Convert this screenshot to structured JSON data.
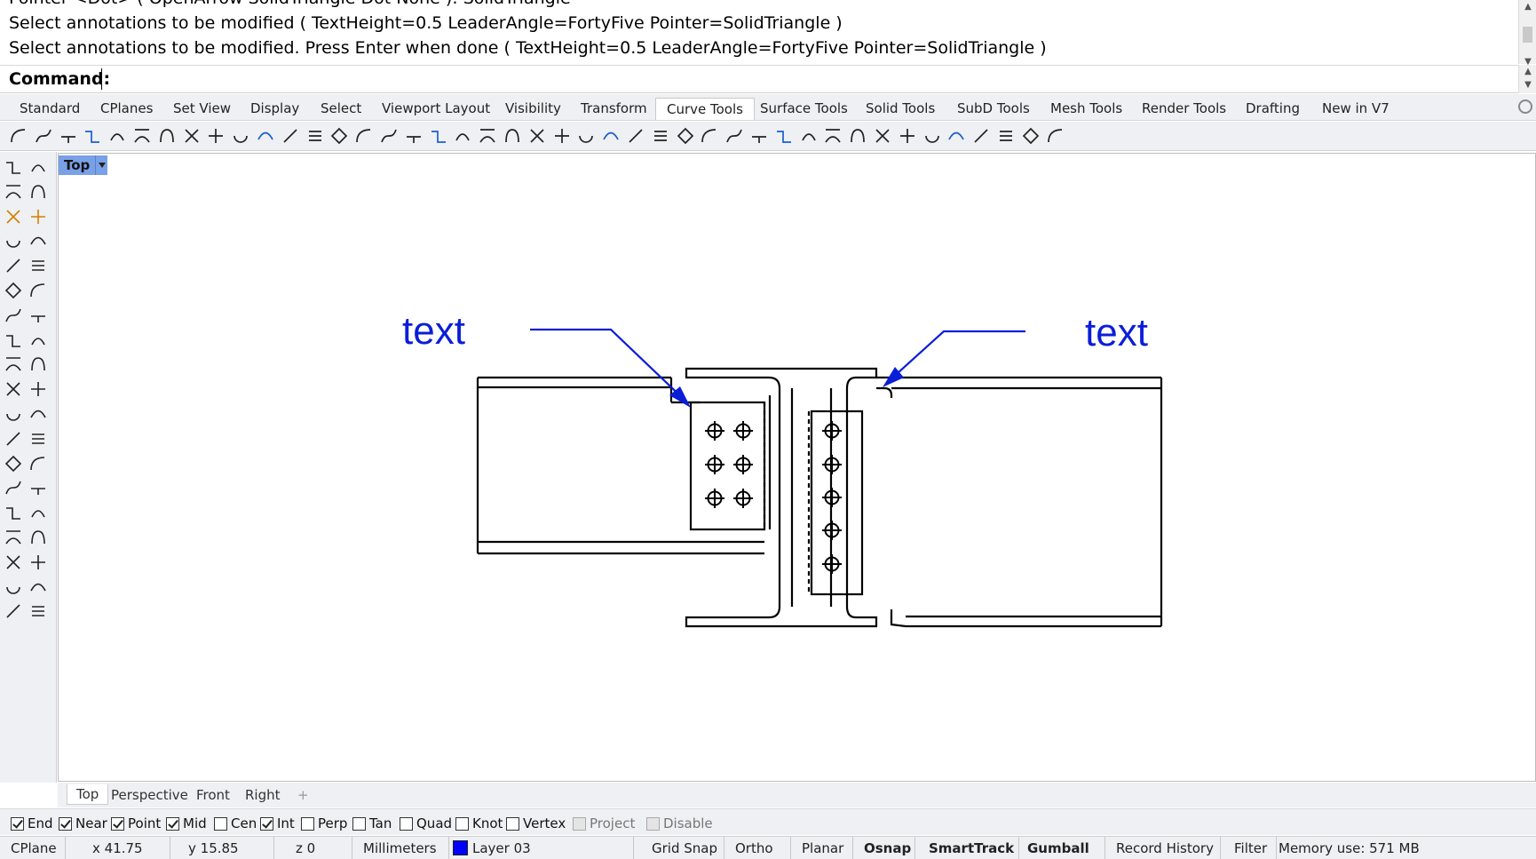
{
  "command": {
    "history": [
      "Pointer <Dot> ( OpenArrow  SolidTriangle  Dot  None ): SolidTriangle",
      "Select annotations to be modified ( TextHeight=0.5  LeaderAngle=FortyFive  Pointer=SolidTriangle )",
      "Select annotations to be modified. Press Enter when done ( TextHeight=0.5  LeaderAngle=FortyFive  Pointer=SolidTriangle )"
    ],
    "prompt_label": "Command:",
    "input_value": ""
  },
  "tabs": [
    {
      "label": "Standard"
    },
    {
      "label": "CPlanes"
    },
    {
      "label": "Set View"
    },
    {
      "label": "Display"
    },
    {
      "label": "Select"
    },
    {
      "label": "Viewport Layout"
    },
    {
      "label": "Visibility"
    },
    {
      "label": "Transform"
    },
    {
      "label": "Curve Tools",
      "active": true
    },
    {
      "label": "Surface Tools"
    },
    {
      "label": "Solid Tools"
    },
    {
      "label": "SubD Tools"
    },
    {
      "label": "Mesh Tools"
    },
    {
      "label": "Render Tools"
    },
    {
      "label": "Drafting"
    },
    {
      "label": "New in V7"
    }
  ],
  "viewport": {
    "title": "Top",
    "annotations": [
      {
        "text": "text",
        "color": "#0a1ed8"
      },
      {
        "text": "text",
        "color": "#0a1ed8"
      }
    ]
  },
  "view_tabs": [
    {
      "label": "Top",
      "active": true
    },
    {
      "label": "Perspective"
    },
    {
      "label": "Front"
    },
    {
      "label": "Right"
    },
    {
      "label": "+"
    }
  ],
  "osnaps": [
    {
      "label": "End",
      "checked": true
    },
    {
      "label": "Near",
      "checked": true
    },
    {
      "label": "Point",
      "checked": true
    },
    {
      "label": "Mid",
      "checked": true
    },
    {
      "label": "Cen",
      "checked": false
    },
    {
      "label": "Int",
      "checked": true
    },
    {
      "label": "Perp",
      "checked": false
    },
    {
      "label": "Tan",
      "checked": false
    },
    {
      "label": "Quad",
      "checked": false
    },
    {
      "label": "Knot",
      "checked": false
    },
    {
      "label": "Vertex",
      "checked": false
    },
    {
      "label": "Project",
      "checked": false,
      "disabled": true
    },
    {
      "label": "Disable",
      "checked": false,
      "disabled": true
    }
  ],
  "status": {
    "cplane": "CPlane",
    "x": "x 41.75",
    "y": "y 15.85",
    "z": "z 0",
    "units": "Millimeters",
    "layer": "Layer 03",
    "layer_color": "#0000ff",
    "grid_snap": "Grid Snap",
    "ortho": "Ortho",
    "planar": "Planar",
    "osnap": "Osnap",
    "smarttrack": "SmartTrack",
    "gumball": "Gumball",
    "record_history": "Record History",
    "filter": "Filter",
    "memory": "Memory use: 571 MB"
  },
  "toolbar_icons": [
    "curve-fillet-icon",
    "blend-curve-icon",
    "extend-curve-icon",
    "chamfer-icon",
    "offset-curve-icon",
    "match-curve-icon",
    "adjust-seam-icon",
    "curve-from-objects-icon",
    "project-icon",
    "pull-icon",
    "rebuild-curve-icon",
    "fair-icon",
    "edit-points-icon",
    "analyze-icon"
  ],
  "sidebar_icons": [
    "select-icon",
    "point-icon",
    "polyline-icon",
    "curve-icon",
    "circle-icon",
    "arc-icon",
    "ellipse-icon",
    "rectangle-icon",
    "polygon-icon",
    "text-icon",
    "surface-icon",
    "solid-icon",
    "mesh-icon",
    "transform-icon"
  ]
}
